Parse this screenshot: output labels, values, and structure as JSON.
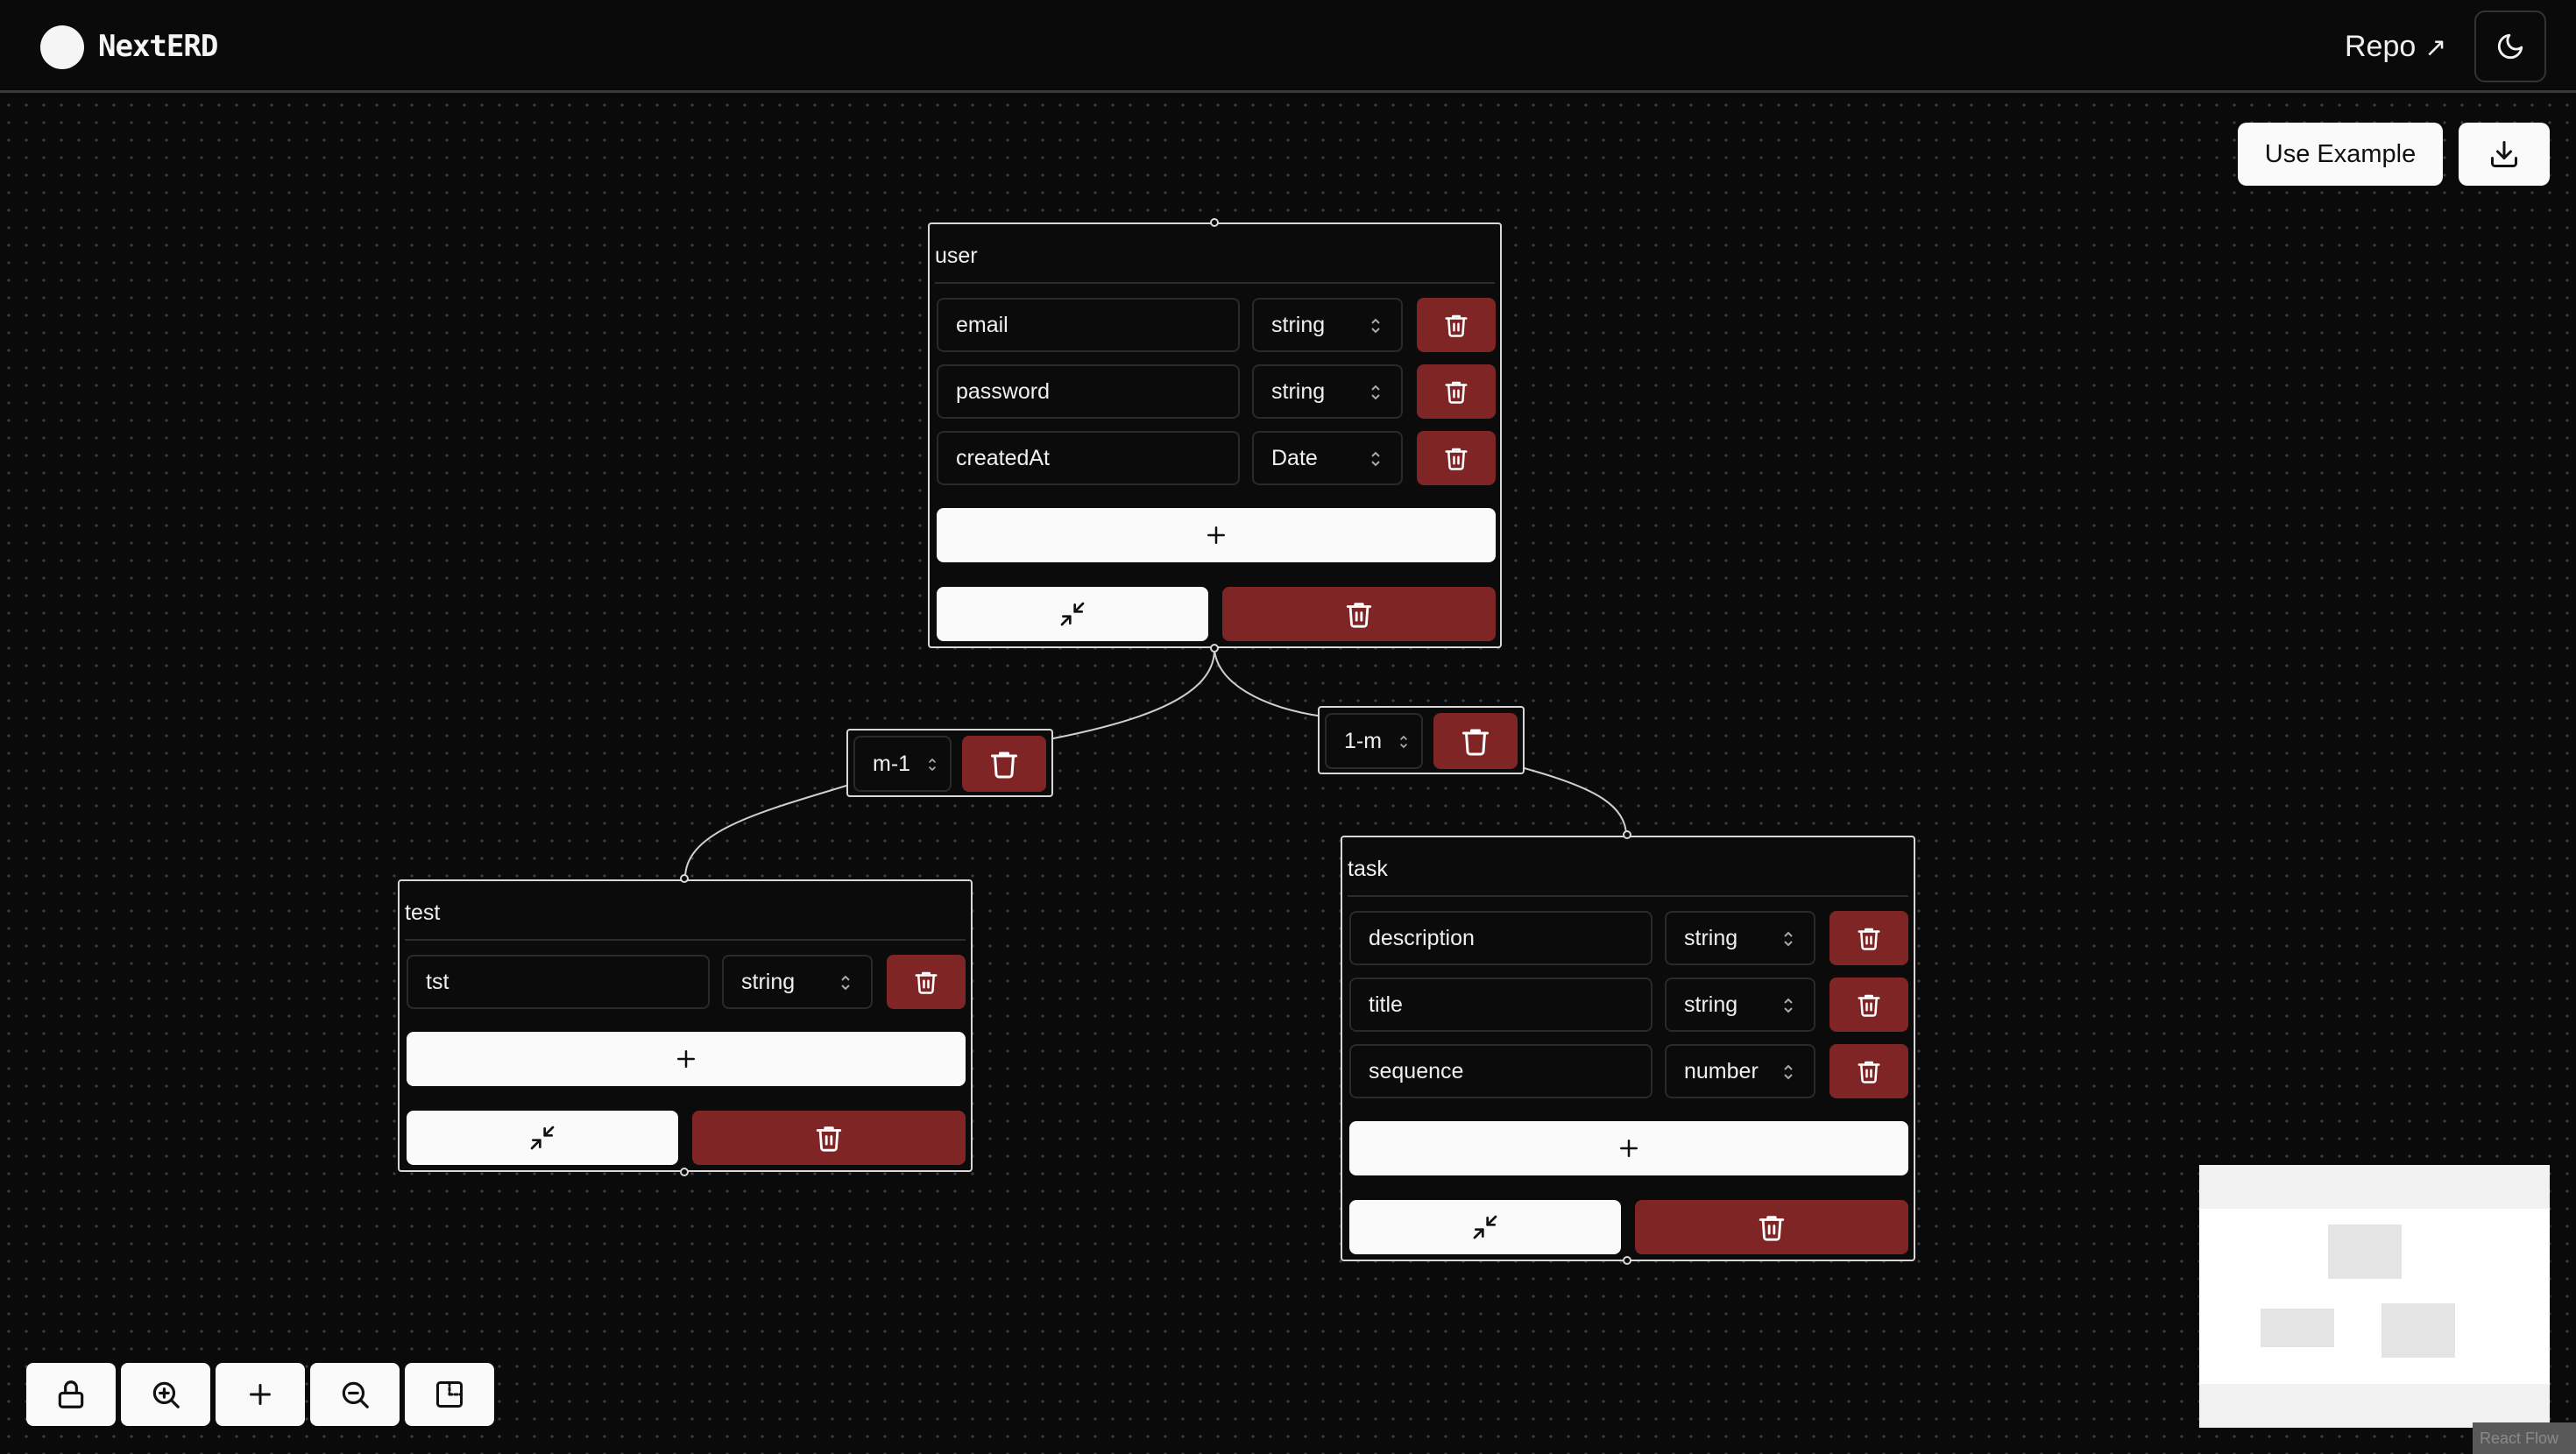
{
  "header": {
    "brand": "NextERD",
    "repo_label": "Repo",
    "repo_arrow": "↗",
    "theme_icon": "moon-icon"
  },
  "toolbar": {
    "use_example_label": "Use Example",
    "download_icon": "download-icon"
  },
  "colors": {
    "background": "#0a0a0a",
    "danger": "#7f2525",
    "light": "#fafafa",
    "node_border": "#d8d8d8"
  },
  "nodes": {
    "user": {
      "title": "user",
      "fields": [
        {
          "name": "email",
          "type": "string"
        },
        {
          "name": "password",
          "type": "string"
        },
        {
          "name": "createdAt",
          "type": "Date"
        }
      ]
    },
    "test": {
      "title": "test",
      "fields": [
        {
          "name": "tst",
          "type": "string"
        }
      ]
    },
    "task": {
      "title": "task",
      "fields": [
        {
          "name": "description",
          "type": "string"
        },
        {
          "name": "title",
          "type": "string"
        },
        {
          "name": "sequence",
          "type": "number"
        }
      ]
    }
  },
  "relations": {
    "user_test": {
      "cardinality": "m-1"
    },
    "user_task": {
      "cardinality": "1-m"
    }
  },
  "controls": {
    "icons": [
      "lock-icon",
      "zoom-in-icon",
      "plus-icon",
      "zoom-out-icon",
      "fit-view-icon"
    ]
  },
  "attribution": "React Flow"
}
